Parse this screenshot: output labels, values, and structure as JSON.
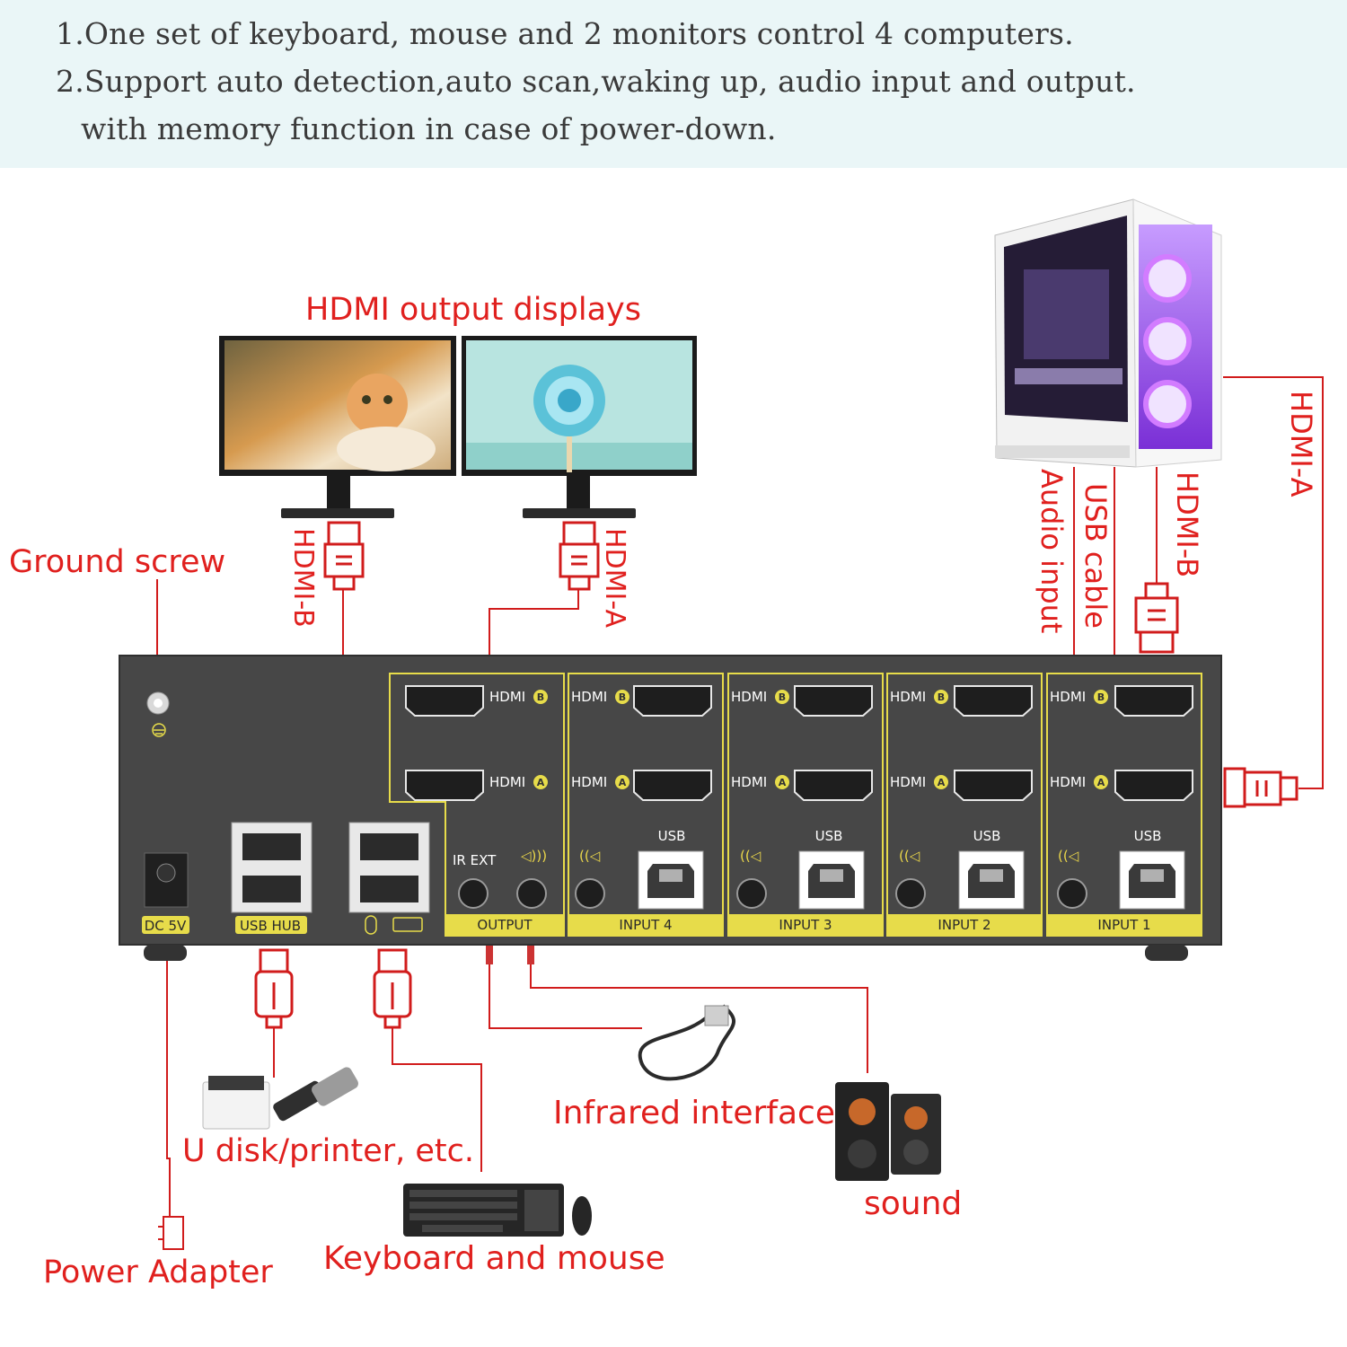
{
  "header": {
    "line1": "1.One set of keyboard, mouse and 2 monitors control 4 computers.",
    "line2": "2.Support auto detection,auto scan,waking up, audio input and output.",
    "line3": "with memory function in case of power-down."
  },
  "labels": {
    "hdmi_output_displays": "HDMI output displays",
    "ground_screw": "Ground screw",
    "monitor_left_cable": "HDMI-B",
    "monitor_right_cable": "HDMI-A",
    "pc_audio_input": "Audio input",
    "pc_usb_cable": "USB cable",
    "pc_hdmi_b": "HDMI-B",
    "pc_hdmi_a": "HDMI-A",
    "infrared_interface": "Infrared interface",
    "u_disk_printer": "U disk/printer, etc.",
    "sound": "sound",
    "power_adapter": "Power Adapter",
    "keyboard_and_mouse": "Keyboard and mouse"
  },
  "panel": {
    "dc": "DC 5V",
    "usb_hub": "USB HUB",
    "output": "OUTPUT",
    "ir_ext": "IR EXT",
    "hdmi_b": "HDMI",
    "hdmi_a": "HDMI",
    "b_letter": "B",
    "a_letter": "A",
    "usb": "USB",
    "input4": "INPUT 4",
    "input3": "INPUT 3",
    "input2": "INPUT 2",
    "input1": "INPUT 1"
  },
  "colors": {
    "accent_red": "#e0201e",
    "panel_body": "#474747",
    "panel_yellow": "#e7dc4a",
    "header_bg": "#eaf6f7"
  }
}
